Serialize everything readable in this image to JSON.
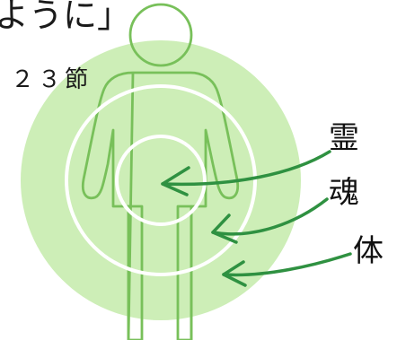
{
  "quote_fragment": "ように」",
  "verse_fragment": "２３節",
  "labels": {
    "spirit": "霊",
    "soul": "魂",
    "body": "体"
  },
  "colors": {
    "outer_circle": "#cdeeb7",
    "figure_stroke": "#78c05a",
    "figure_fill": "#cdeeb7",
    "inner_rings": "#ffffff",
    "arrows": "#2f9141",
    "text": "#111111"
  }
}
